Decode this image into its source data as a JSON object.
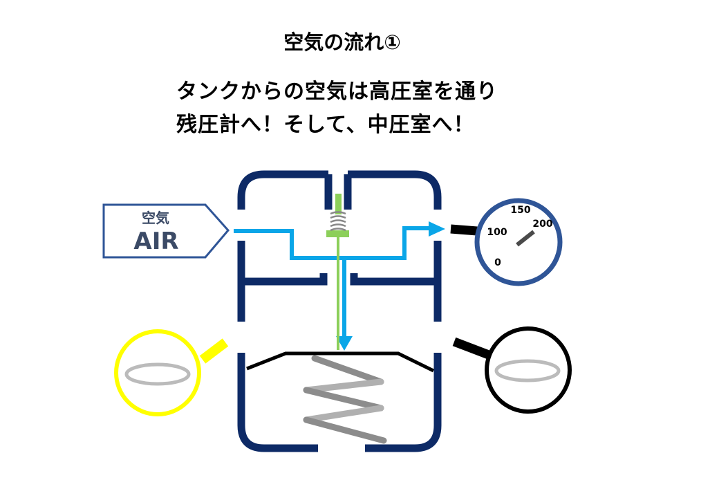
{
  "title": "空気の流れ①",
  "subtitle_lines": [
    "タンクからの空気は高圧室を通り",
    "残圧計へ！そして、中圧室へ！"
  ],
  "air_label": {
    "jp": "空気",
    "en": "AIR"
  },
  "gauge": {
    "ticks": [
      "0",
      "100",
      "150",
      "200"
    ]
  },
  "colors": {
    "body": "#0d2a66",
    "air_flow": "#0aa6e8",
    "stem": "#8ccf5a",
    "spring": "#8a8a8a",
    "gauge_ring": "#2f5597",
    "magnifier_left": "#ffff00",
    "magnifier_right": "#000000",
    "oring": "#bbbbbb"
  }
}
